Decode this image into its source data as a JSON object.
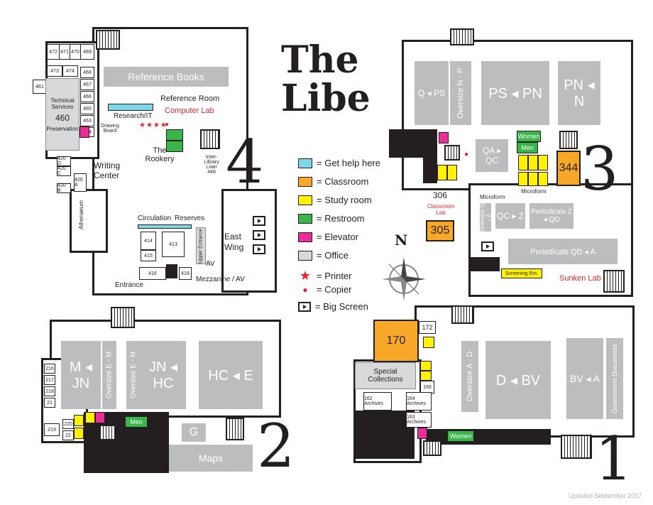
{
  "title_line1": "The",
  "title_line2": "Libe",
  "floor_numbers": {
    "f1": "1",
    "f2": "2",
    "f3": "3",
    "f4": "4"
  },
  "legend": [
    {
      "label": "= Get help here",
      "color": "#7fd8e8",
      "icon": "swatch"
    },
    {
      "label": "= Classroom",
      "color": "#f7a829",
      "icon": "swatch"
    },
    {
      "label": "= Study room",
      "color": "#fff200",
      "icon": "swatch"
    },
    {
      "label": "= Restroom",
      "color": "#39b54a",
      "icon": "swatch"
    },
    {
      "label": "= Elevator",
      "color": "#ec2d99",
      "icon": "swatch"
    },
    {
      "label": "= Office",
      "color": "#d8d9da",
      "icon": "swatch"
    },
    {
      "label": "= Printer",
      "color": "#e0262e",
      "icon": "star-icon"
    },
    {
      "label": "= Copier",
      "color": "#e0262e",
      "icon": "dot-icon"
    },
    {
      "label": "= Big Screen",
      "color": "#231f20",
      "icon": "screen-icon"
    }
  ],
  "compass_label": "N",
  "floor4": {
    "rooms_small": [
      "472",
      "471",
      "470",
      "469",
      "473",
      "474",
      "468",
      "467",
      "466",
      "465",
      "463",
      "464",
      "461",
      "420 D",
      "420 C",
      "420 B",
      "420 A",
      "414",
      "413",
      "415",
      "416",
      "418"
    ],
    "reference_books": "Reference Books",
    "reference_room": "Reference Room",
    "computer_lab": "Computer Lab",
    "research_it": "Research/IT",
    "drawing_board": "Drawing Board",
    "technical_services": "Technical Services",
    "tech_num": "460",
    "preservation": "Preservation",
    "writing_center": "Writing Center",
    "rookery": "The Rookery",
    "interlibrary": "Inter-Library Loan",
    "interlibrary_num": "448",
    "athenaeum": "Athenaeum",
    "circulation": "Circulation",
    "reserves": "Reserves",
    "east_wing": "East Wing",
    "upper_entrance": "Upper Entrance",
    "av": "AV",
    "mezzanine": "Mezzanine / AV",
    "entrance": "Entrance"
  },
  "floor3": {
    "q_ps": "Q ◂ PS",
    "oversize_np": "Oversize N - P",
    "ps_pn": "PS ◂ PN",
    "pn_n": "PN ◂ N",
    "women": "Women",
    "men": "Men",
    "qa_qc": "QA ▸ QC",
    "room344": "344",
    "room306": "306",
    "classroom_lab": "Classroom Lab",
    "room305": "305",
    "microform1": "Microform",
    "microform2": "Microform",
    "oversize_qz": "Oversize Q - Z",
    "qc_z": "QC ▸ Z",
    "periodicals_zqd": "Periodicals Z ◂ QD",
    "periodicals_qda": "Periodicals QD ◂ A",
    "screening": "Screening Rm.",
    "sunken_lab": "Sunken Lab"
  },
  "floor2": {
    "rooms_small": [
      "216",
      "217",
      "218",
      "21",
      "219",
      "220",
      "22"
    ],
    "m_jn": "M ◂ JN",
    "oversize_em1": "Oversize E - M",
    "oversize_em2": "Oversize E - M",
    "jn_hc": "JN ◂ HC",
    "hc_e": "HC ◂ E",
    "men": "Men",
    "g": "G",
    "maps": "Maps"
  },
  "floor1": {
    "room170": "170",
    "room172": "172",
    "special_collections": "Special Collections",
    "room166": "166",
    "room162": "162 Archives",
    "room164": "164 Archives",
    "room163": "163 Archives",
    "women": "Women",
    "oversize_ad": "Oversize A - D",
    "d_bv": "D ◂ BV",
    "bv_a": "BV ◂ A",
    "gov_docs": "Government Documents"
  },
  "updated": "Updated September 2017"
}
